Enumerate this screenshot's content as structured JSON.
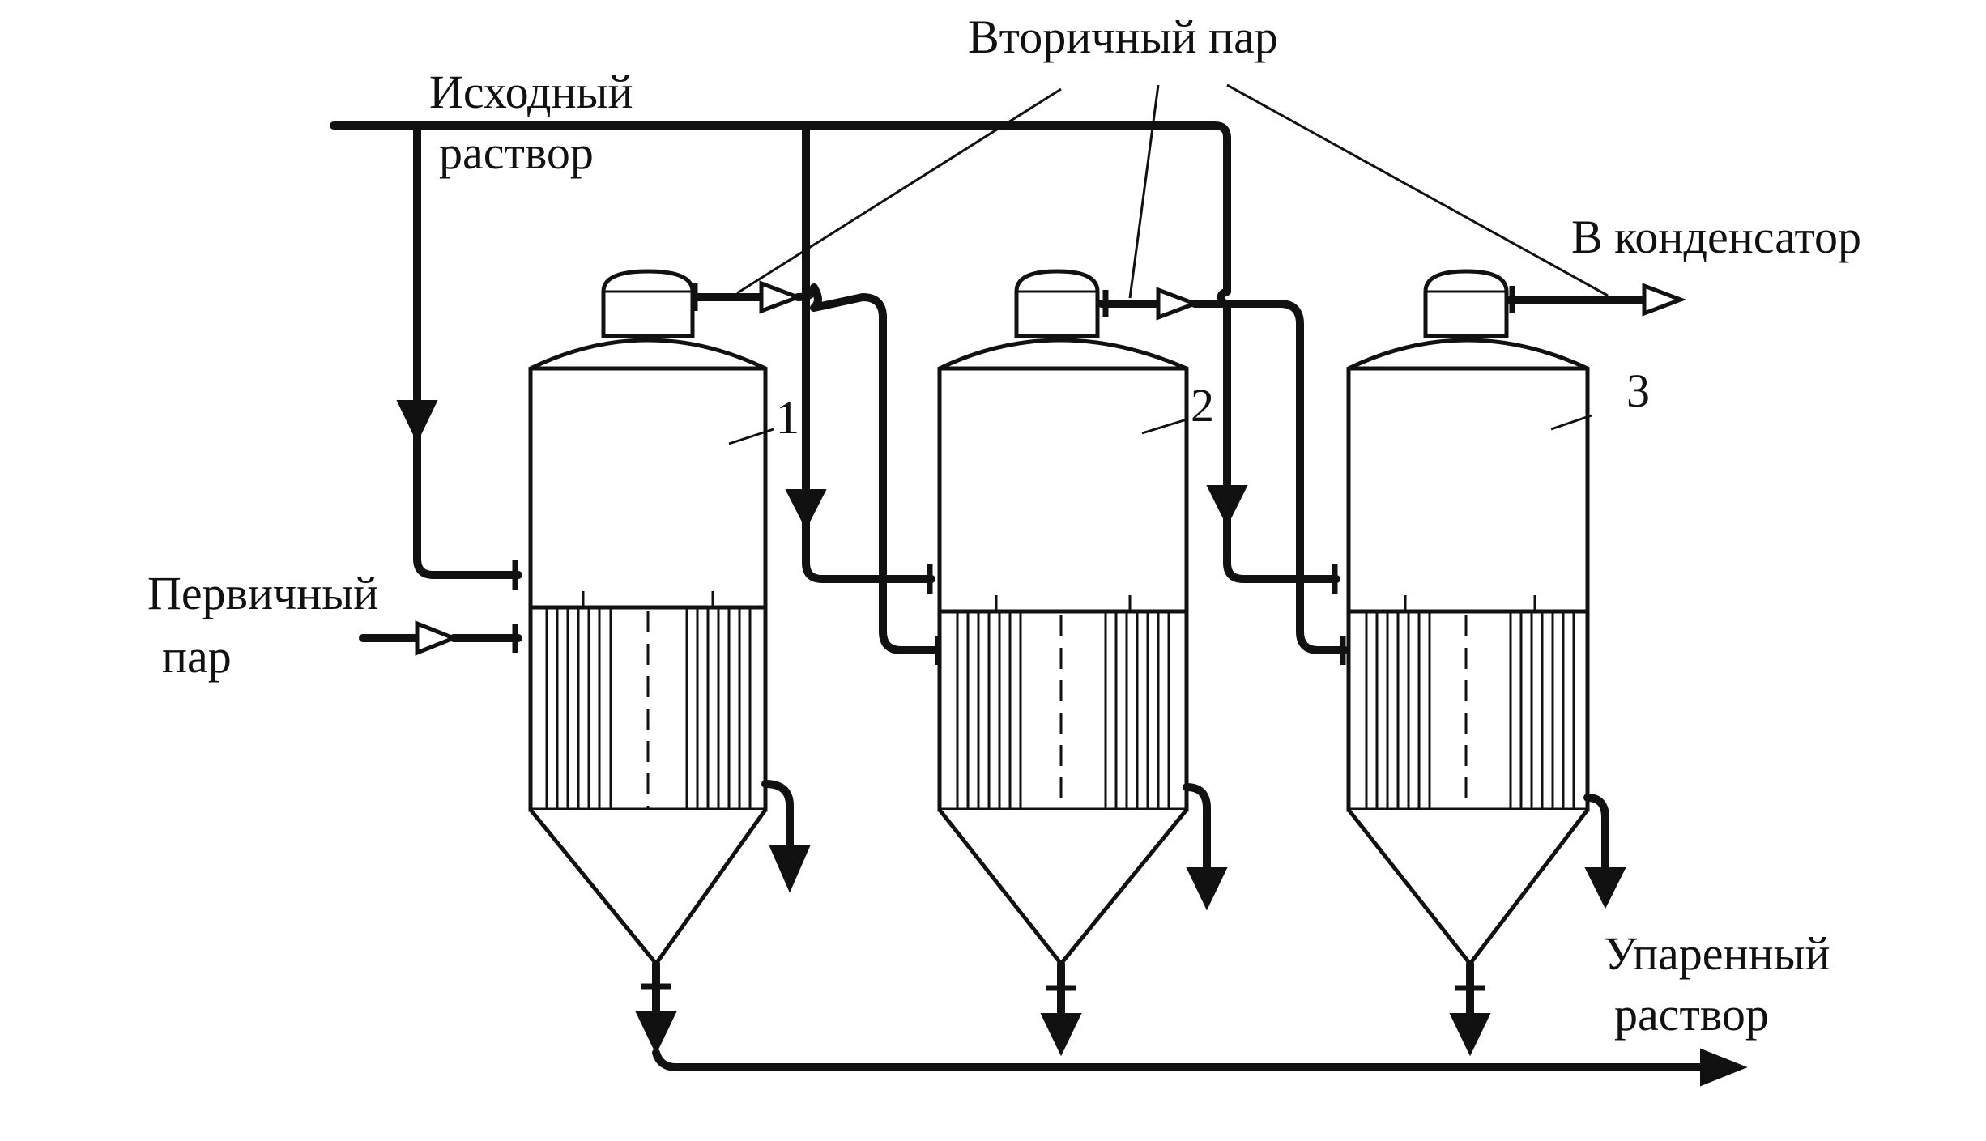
{
  "labels": {
    "secondary_vapor": "Вторичный пар",
    "feed_line1": "Исходный",
    "feed_line2": "раствор",
    "condenser": "В конденсатор",
    "primary_line1": "Первичный",
    "primary_line2": "пар",
    "product_line1": "Упаренный",
    "product_line2": "раствор"
  },
  "evaporators": [
    {
      "number": "1"
    },
    {
      "number": "2"
    },
    {
      "number": "3"
    }
  ],
  "colors": {
    "line": "#111111",
    "background": "#ffffff"
  }
}
